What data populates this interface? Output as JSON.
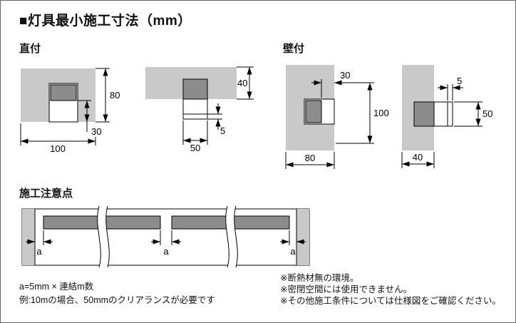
{
  "page": {
    "title": "■灯具最小施工寸法（mm）"
  },
  "sections": {
    "direct_label": "直付",
    "wall_label": "壁付",
    "caution_label": "施工注意点"
  },
  "diagrams": {
    "direct_deep": {
      "width": "100",
      "depth": "80",
      "clearance": "30"
    },
    "direct_thin": {
      "thickness": "40",
      "opening": "50",
      "protrusion": "5"
    },
    "wall_deep": {
      "clearance": "30",
      "height": "100",
      "depth": "80"
    },
    "wall_thin": {
      "protrusion": "5",
      "opening": "50",
      "thickness": "40"
    }
  },
  "caution": {
    "gap_label_left": "a",
    "gap_label_middle": "a",
    "gap_label_right": "a",
    "formula": "a=5mm × 連結m数",
    "example": "例:10mの場合、50mmのクリアランスが必要です"
  },
  "footnotes": {
    "n1": "※断熱材無の環境。",
    "n2": "※密閉空間には使用できません。",
    "n3": "※その他施工条件については仕様図をご確認ください。"
  },
  "colors": {
    "structure_gray": "#c9c9c9",
    "fixture_gray": "#8c8c8c",
    "line_black": "#000000"
  }
}
